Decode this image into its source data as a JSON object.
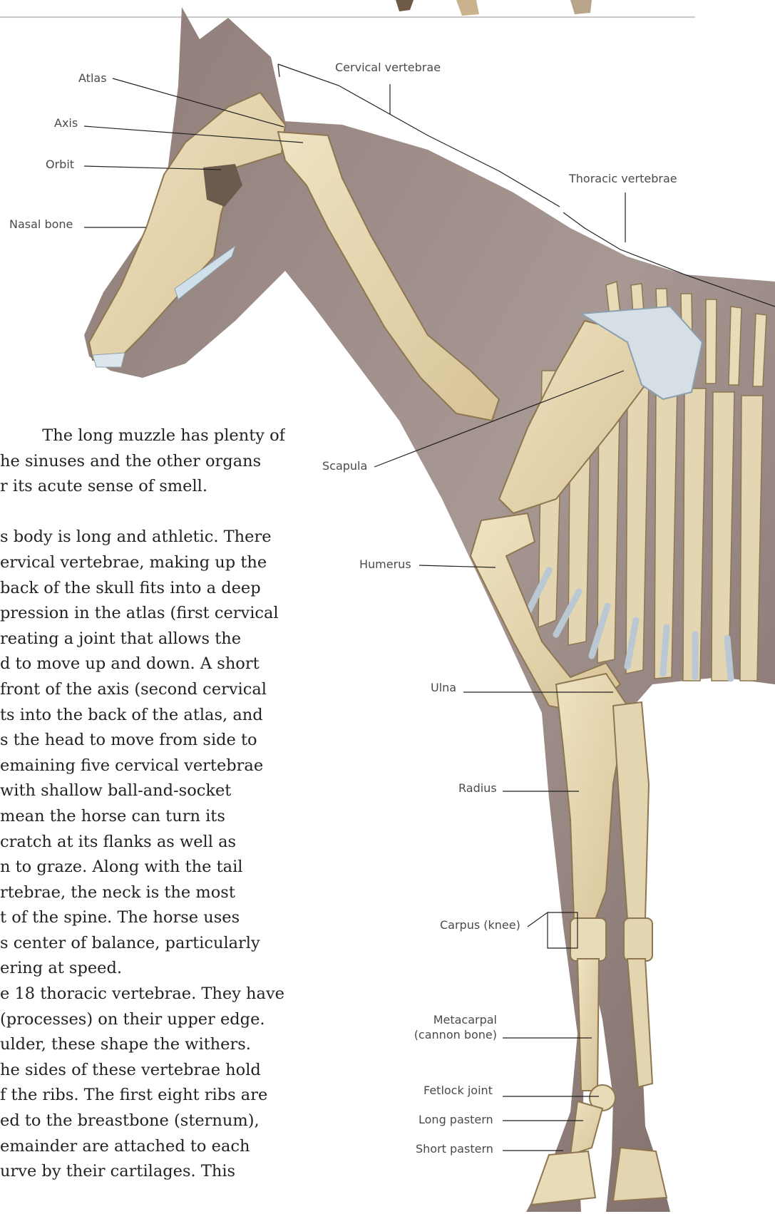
{
  "labels": {
    "atlas": "Atlas",
    "axis": "Axis",
    "orbit": "Orbit",
    "nasal_bone": "Nasal bone",
    "cervical_vertebrae": "Cervical vertebrae",
    "thoracic_vertebrae": "Thoracic vertebrae",
    "scapula": "Scapula",
    "humerus": "Humerus",
    "ulna": "Ulna",
    "radius": "Radius",
    "carpus": "Carpus (knee)",
    "metacarpal_1": "Metacarpal",
    "metacarpal_2": "(cannon bone)",
    "fetlock": "Fetlock joint",
    "long_pastern": "Long pastern",
    "short_pastern": "Short pastern"
  },
  "text": {
    "para1": [
      "The long muzzle has plenty of",
      "he sinuses and the other organs",
      "r its acute sense of smell."
    ],
    "para2": [
      "s body is long and athletic. There",
      "ervical vertebrae, making up the",
      "back of the skull fits into a deep",
      "pression in the atlas (first cervical",
      "reating a joint that allows the",
      "d to move up and down. A short",
      "front of the axis (second cervical",
      "ts into the back of the atlas, and",
      "s the head to move from side to",
      "emaining five cervical vertebrae",
      "with shallow ball-and-socket",
      "mean the horse can turn its",
      "cratch at its flanks as well as",
      "n to graze. Along with the tail",
      "rtebrae, the neck is the most",
      "t of the spine. The horse uses",
      "s center of balance, particularly",
      "ering at speed.",
      "e 18 thoracic vertebrae. They have",
      "(processes) on their upper edge.",
      "ulder, these shape the withers.",
      "he sides of these vertebrae hold",
      "f the ribs. The first eight ribs are",
      "ed to the breastbone (sternum),",
      "emainder are attached to each",
      "urve by their cartilages. This"
    ]
  }
}
